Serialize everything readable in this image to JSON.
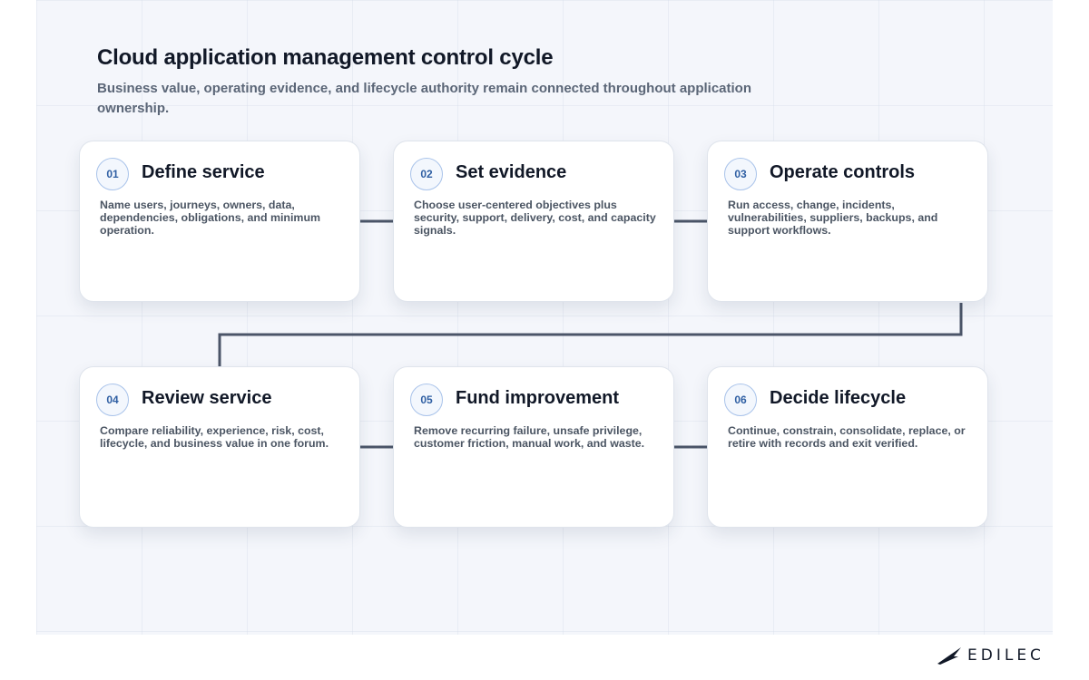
{
  "header": {
    "title": "Cloud application management control cycle",
    "subtitle": "Business value, operating evidence, and lifecycle authority remain connected throughout application ownership."
  },
  "steps": [
    {
      "number": "01",
      "title": "Define service",
      "description": "Name users, journeys, owners, data, dependencies, obligations, and minimum operation."
    },
    {
      "number": "02",
      "title": "Set evidence",
      "description": "Choose user-centered objectives plus security, support, delivery, cost, and capacity signals."
    },
    {
      "number": "03",
      "title": "Operate controls",
      "description": "Run access, change, incidents, vulnerabilities, suppliers, backups, and support workflows."
    },
    {
      "number": "04",
      "title": "Review service",
      "description": "Compare reliability, experience, risk, cost, lifecycle, and business value in one forum."
    },
    {
      "number": "05",
      "title": "Fund improvement",
      "description": "Remove recurring failure, unsafe privilege, customer friction, manual work, and waste."
    },
    {
      "number": "06",
      "title": "Decide lifecycle",
      "description": "Continue, constrain, consolidate, replace, or retire with records and exit verified."
    }
  ],
  "brand": {
    "name": "EDILEC",
    "icon": "edilec-logo-icon"
  },
  "colors": {
    "connector": "#4b5568",
    "badge_border": "#a9c3ea",
    "badge_text": "#2f5fa3"
  }
}
